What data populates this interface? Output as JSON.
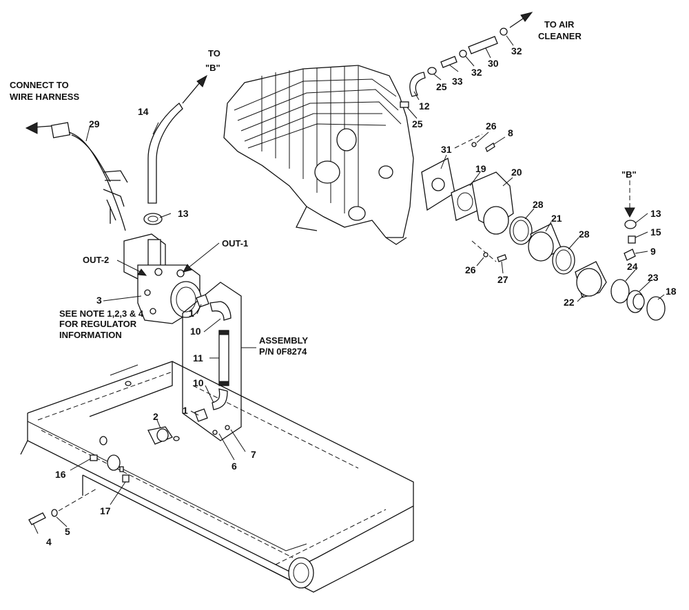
{
  "callouts": {
    "connect_to_wire_harness": [
      "CONNECT TO",
      "WIRE HARNESS"
    ],
    "to_b": [
      "TO",
      "\"B\""
    ],
    "to_air_cleaner": [
      "TO AIR",
      "CLEANER"
    ],
    "b_marker": "\"B\"",
    "out1": "OUT-1",
    "out2": "OUT-2",
    "see_note": [
      "SEE NOTE 1,2,3 & 4",
      "FOR REGULATOR",
      "INFORMATION"
    ],
    "assembly": [
      "ASSEMBLY",
      "P/N 0F8274"
    ]
  },
  "part_numbers": {
    "n1a": "1",
    "n1b": "1",
    "n2": "2",
    "n3": "3",
    "n4": "4",
    "n5": "5",
    "n6": "6",
    "n7": "7",
    "n8": "8",
    "n9": "9",
    "n10a": "10",
    "n10b": "10",
    "n11": "11",
    "n12": "12",
    "n13a": "13",
    "n13b": "13",
    "n14": "14",
    "n15": "15",
    "n16": "16",
    "n17": "17",
    "n18": "18",
    "n19": "19",
    "n20": "20",
    "n21": "21",
    "n22": "22",
    "n23": "23",
    "n24": "24",
    "n25a": "25",
    "n25b": "25",
    "n26a": "26",
    "n26b": "26",
    "n27": "27",
    "n28a": "28",
    "n28b": "28",
    "n29": "29",
    "n30": "30",
    "n31": "31",
    "n32a": "32",
    "n32b": "32",
    "n33": "33"
  }
}
